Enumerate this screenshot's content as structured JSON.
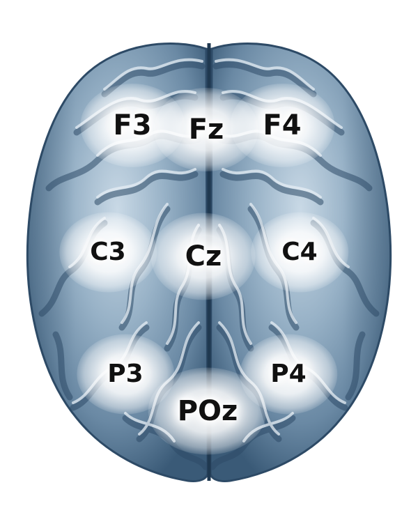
{
  "electrodes": [
    {
      "id": "f3",
      "label": "F3"
    },
    {
      "id": "fz",
      "label": "Fz"
    },
    {
      "id": "f4",
      "label": "F4"
    },
    {
      "id": "c3",
      "label": "C3"
    },
    {
      "id": "cz",
      "label": "Cz"
    },
    {
      "id": "c4",
      "label": "C4"
    },
    {
      "id": "p3",
      "label": "P3"
    },
    {
      "id": "p4",
      "label": "P4"
    },
    {
      "id": "poz",
      "label": "POz"
    }
  ],
  "colors": {
    "brain_highlight": "#dfe9f1",
    "brain_light": "#a9c0d2",
    "brain_mid": "#6f8ea9",
    "brain_dark": "#34536f",
    "brain_shadow": "#1f3850",
    "label_text": "#111111",
    "background": "#ffffff"
  }
}
